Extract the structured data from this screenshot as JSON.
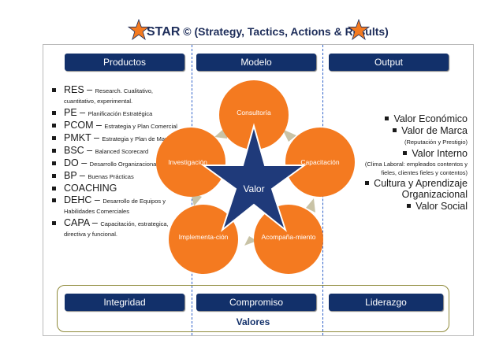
{
  "title": {
    "main": "STAR",
    "copyright": "©",
    "subtitle": "(Strategy, Tactics, Actions & Results)"
  },
  "headers": {
    "productos": "Productos",
    "modelo": "Modelo",
    "output": "Output"
  },
  "products": [
    {
      "code": "RES",
      "sep": " – ",
      "desc": "Research. Cualitativo, cuantitativo, experimental."
    },
    {
      "code": "PE",
      "sep": " – ",
      "desc": "Planificación Estratégica"
    },
    {
      "code": "PCOM",
      "sep": " – ",
      "desc": "Estrategia y Plan Comercial"
    },
    {
      "code": "PMKT",
      "sep": " – ",
      "desc": "Estrategia y Plan de Marketing"
    },
    {
      "code": "BSC",
      "sep": " – ",
      "desc": "Balanced Scorecard"
    },
    {
      "code": "DO",
      "sep": " – ",
      "desc": "Desarrollo Organizacional"
    },
    {
      "code": "BP",
      "sep": " – ",
      "desc": "Buenas Prácticas"
    },
    {
      "code": "COACHING",
      "sep": "",
      "desc": ""
    },
    {
      "code": "DEHC",
      "sep": " – ",
      "desc": "Desarrollo de Equipos y Habilidades Comerciales"
    },
    {
      "code": "CAPA",
      "sep": " – ",
      "desc": "Capacitación, estrategica, directiva y funcional."
    }
  ],
  "model": {
    "center": "Valor",
    "circles": [
      "Consultoría",
      "Capacitación",
      "Acompaña-miento",
      "Implementa-ción",
      "Investigación"
    ]
  },
  "outputs": [
    {
      "label": "Valor Económico",
      "note": ""
    },
    {
      "label": "Valor de Marca",
      "note": "(Reputación y Prestigio)"
    },
    {
      "label": "Valor Interno",
      "note": "(Clima Laboral: empleados contentos y fieles, clientes fieles y contentos)"
    },
    {
      "label": "Cultura y Aprendizaje Organizacional",
      "note": ""
    },
    {
      "label": "Valor Social",
      "note": ""
    }
  ],
  "values_row": {
    "items": [
      "Integridad",
      "Compromiso",
      "Liderazgo"
    ],
    "caption": "Valores"
  },
  "colors": {
    "navy": "#12306a",
    "orange": "#f47a20",
    "star_navy": "#1f3a7a",
    "arrow": "#c9c3a6"
  }
}
